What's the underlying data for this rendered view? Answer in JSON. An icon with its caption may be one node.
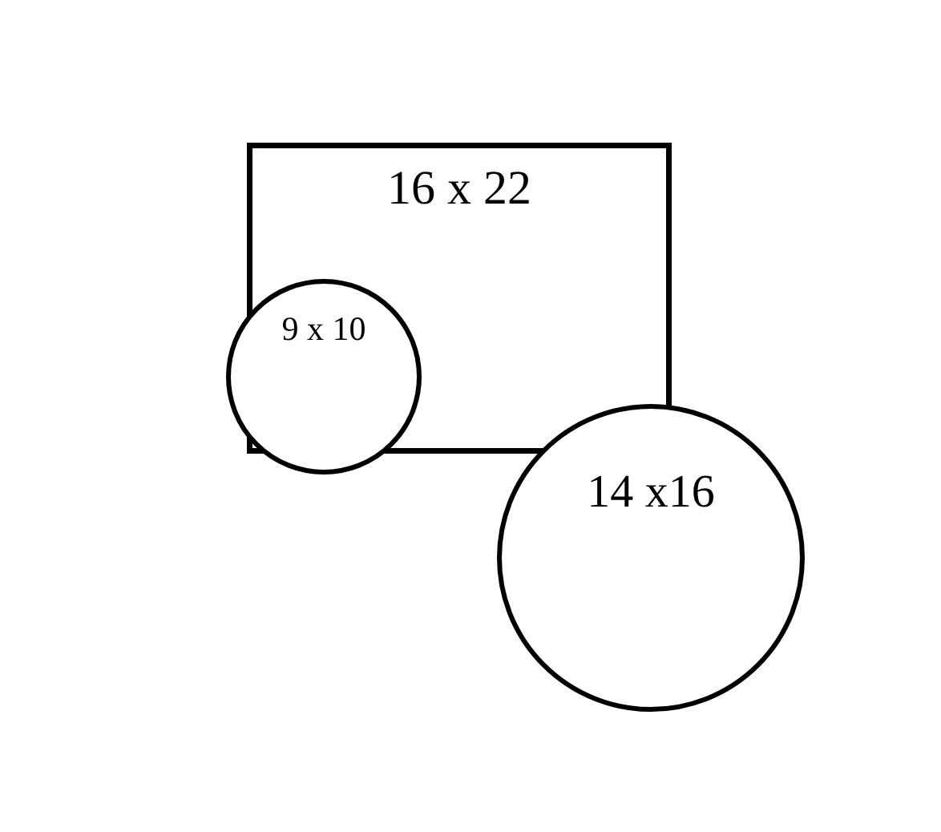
{
  "diagram": {
    "nodes": [
      {
        "text": [
          "16 x 22"
        ]
      },
      {
        "text": [
          "9 x 10"
        ]
      },
      {
        "text": [
          "14 x16"
        ]
      }
    ]
  }
}
